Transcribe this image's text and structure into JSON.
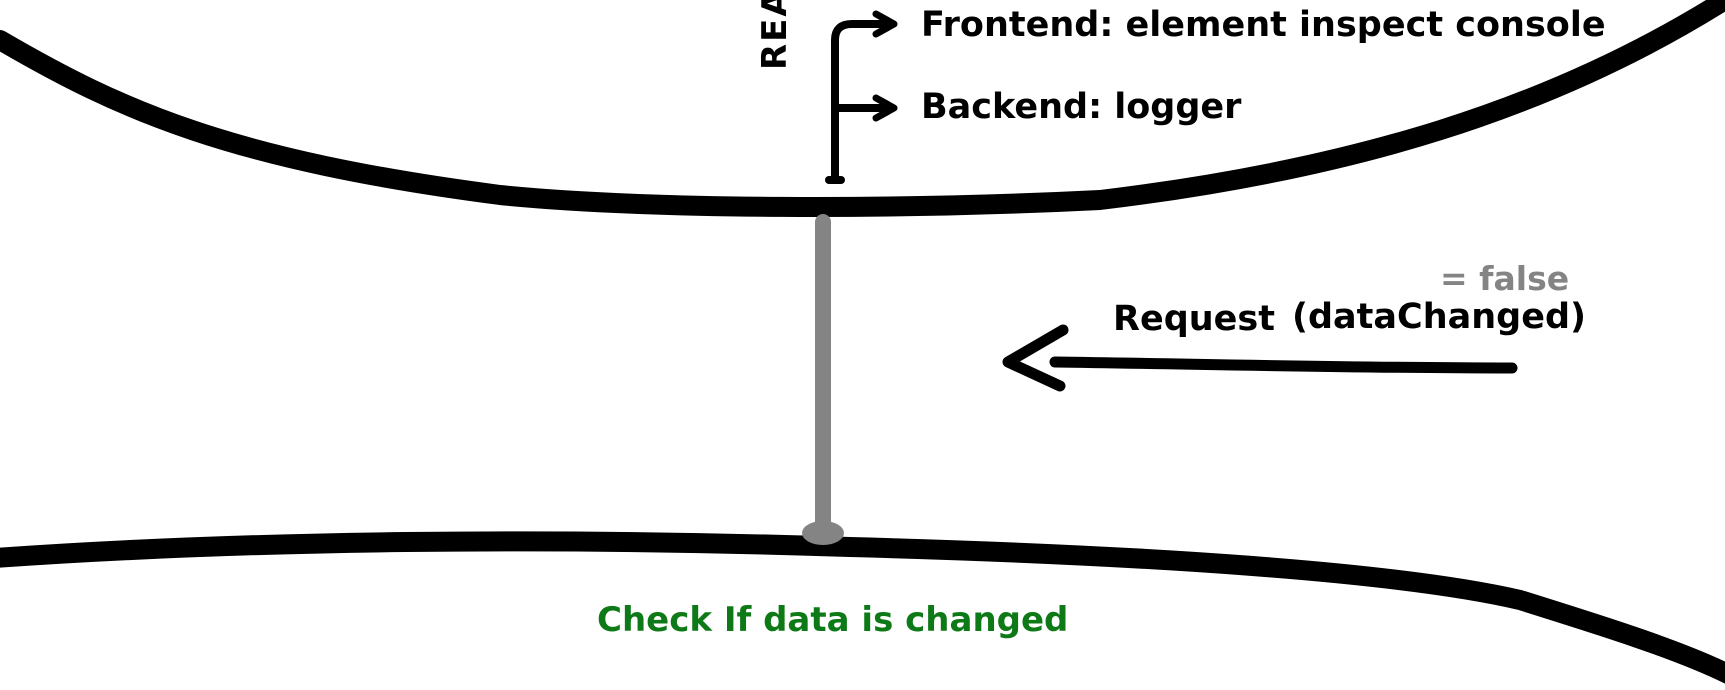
{
  "labels": {
    "frontend": "Frontend: element inspect console",
    "backend": "Backend: logger",
    "read": "READ",
    "false_value": "= false",
    "request": "Request",
    "request_param": "(dataChanged)",
    "check": "Check If data is changed"
  },
  "colors": {
    "stroke": "#000000",
    "pole": "#848484",
    "check_text": "#0e7a17",
    "false_text": "#848484"
  }
}
